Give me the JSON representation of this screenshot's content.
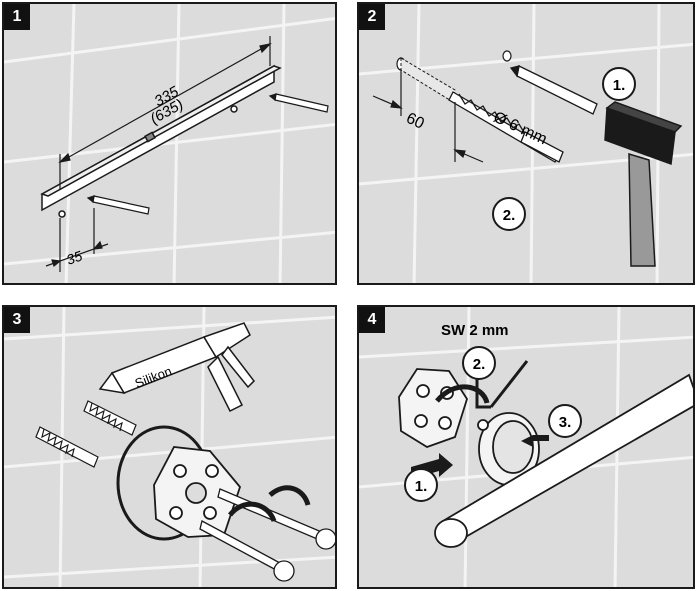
{
  "panels": [
    {
      "step": "1",
      "labels": {
        "length": "335",
        "length_alt": "(635)",
        "offset": "35"
      }
    },
    {
      "step": "2",
      "labels": {
        "depth": "60",
        "diameter": "Ø 6 mm",
        "sub1": "1.",
        "sub2": "2."
      }
    },
    {
      "step": "3",
      "labels": {
        "tube": "Silikon"
      }
    },
    {
      "step": "4",
      "labels": {
        "wrench": "SW 2 mm",
        "sub1": "1.",
        "sub2": "2.",
        "sub3": "3."
      }
    }
  ],
  "colors": {
    "wall": "#dcdcdc",
    "grout": "#f4f4f4",
    "line": "#1a1a1a",
    "badge": "#111111"
  }
}
